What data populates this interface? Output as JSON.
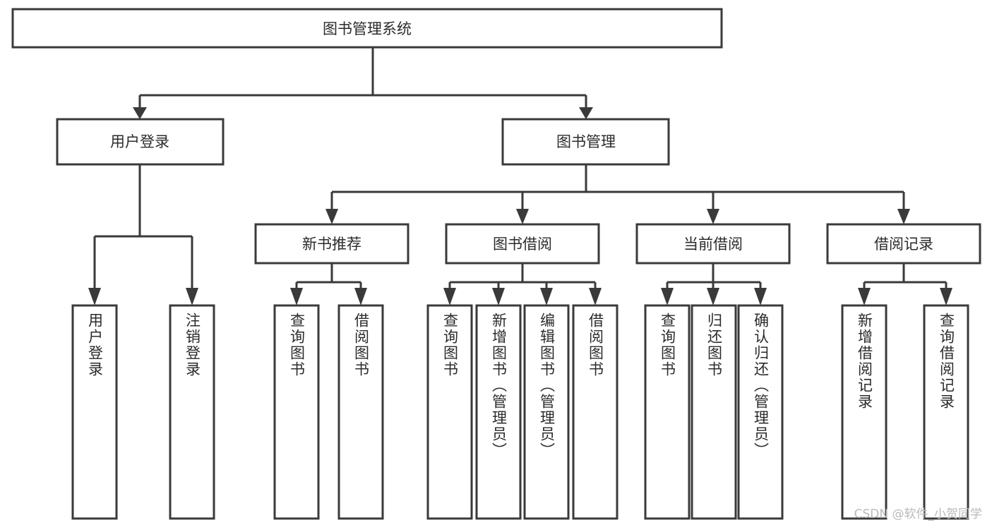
{
  "diagram": {
    "type": "tree",
    "title": "图书管理系统",
    "root": {
      "label": "图书管理系统"
    },
    "level2": [
      {
        "label": "用户登录"
      },
      {
        "label": "图书管理"
      }
    ],
    "level3": [
      {
        "label": "新书推荐"
      },
      {
        "label": "图书借阅"
      },
      {
        "label": "当前借阅"
      },
      {
        "label": "借阅记录"
      }
    ],
    "leaves": {
      "user_login": [
        {
          "label": "用户登录"
        },
        {
          "label": "注销登录"
        }
      ],
      "new_book_recommend": [
        {
          "label": "查询图书"
        },
        {
          "label": "借阅图书"
        }
      ],
      "book_borrow": [
        {
          "label": "查询图书"
        },
        {
          "label": "新增图书（管理员）"
        },
        {
          "label": "编辑图书（管理员）"
        },
        {
          "label": "借阅图书"
        }
      ],
      "current_borrow": [
        {
          "label": "查询图书"
        },
        {
          "label": "归还图书"
        },
        {
          "label": "确认归还（管理员）"
        }
      ],
      "borrow_record": [
        {
          "label": "新增借阅记录"
        },
        {
          "label": "查询借阅记录"
        }
      ]
    },
    "colors": {
      "stroke": "#3a3a3a",
      "box_fill": "#ffffff",
      "text": "#2b2b2b",
      "watermark": "#b9b9b9",
      "background": "#ffffff"
    }
  },
  "watermark": {
    "text": "CSDN @软件_小贺同学"
  }
}
